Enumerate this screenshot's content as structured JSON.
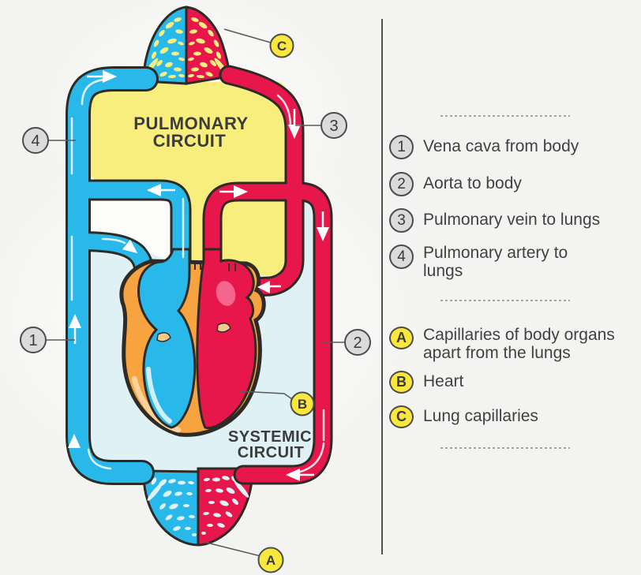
{
  "diagram": {
    "pulmonary_circuit": {
      "line1": "PULMONARY",
      "line2": "CIRCUIT"
    },
    "systemic_circuit": {
      "line1": "SYSTEMIC",
      "line2": "CIRCUIT"
    },
    "badges": {
      "n1": "1",
      "n2": "2",
      "n3": "3",
      "n4": "4",
      "a": "A",
      "b": "B",
      "c": "C"
    }
  },
  "legend": {
    "numbered_items": [
      {
        "id": "1",
        "label": "Vena cava from body"
      },
      {
        "id": "2",
        "label": "Aorta to body"
      },
      {
        "id": "3",
        "label": "Pulmonary vein to lungs"
      },
      {
        "id": "4",
        "label": "Pulmonary artery to lungs"
      }
    ],
    "lettered_items": [
      {
        "id": "A",
        "label": "Capillaries of body organs apart from the lungs"
      },
      {
        "id": "B",
        "label": "Heart"
      },
      {
        "id": "C",
        "label": "Lung capillaries"
      }
    ]
  },
  "colors": {
    "oxygenated_red": "#E8174B",
    "deoxygenated_blue": "#29B8EA",
    "pulmonary_fill": "#F8EE7E",
    "systemic_fill": "#DFF1F4",
    "heart_muscle": "#F7A440",
    "badge_gray": "#DBDBDB",
    "badge_yellow": "#FAE73E",
    "outline": "#2E2A26"
  }
}
